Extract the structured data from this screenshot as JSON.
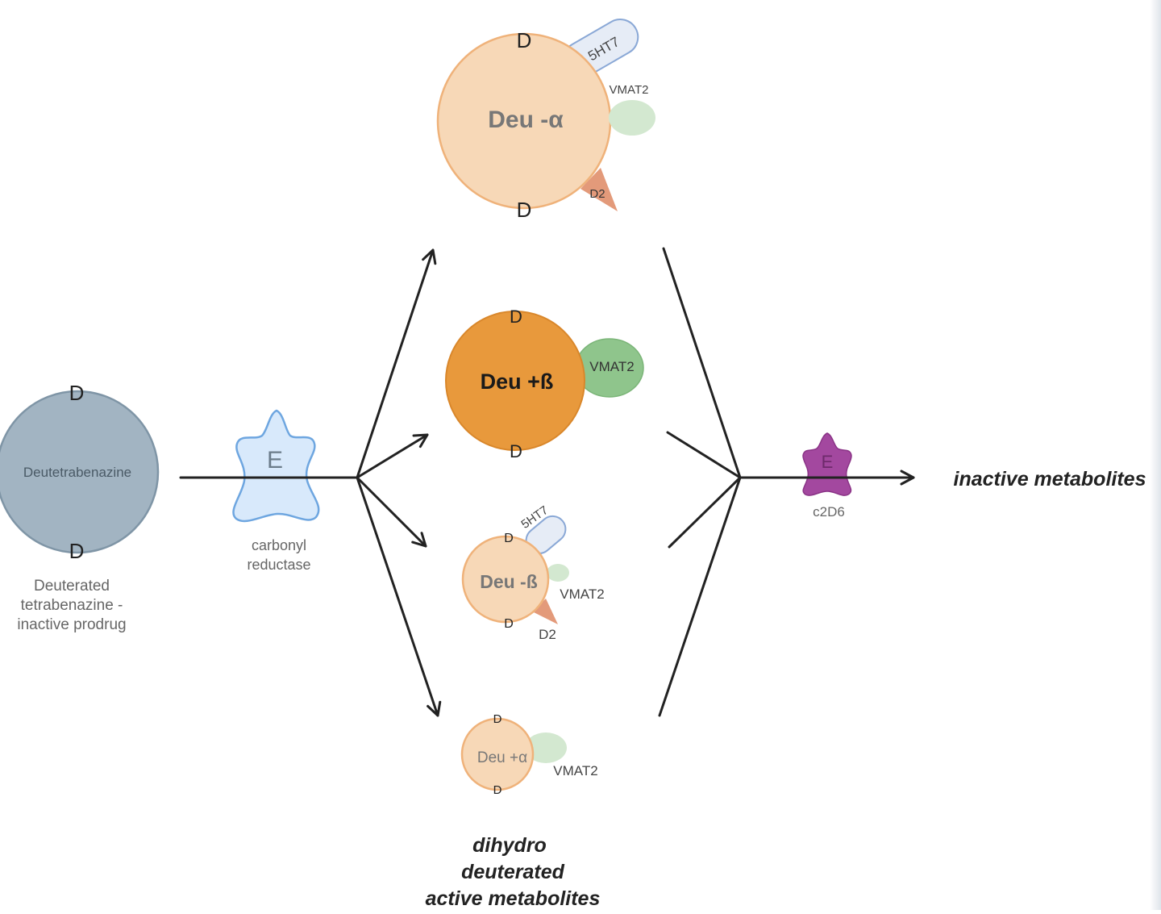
{
  "colors": {
    "prodrug_fill": "#a2b4c2",
    "prodrug_stroke": "#7f95a6",
    "metabolite_fill": "#f7d8b7",
    "metabolite_stroke": "#efb27a",
    "beta_plus_fill": "#e8993c",
    "vmat2_fill": "#d3e8d0",
    "vmat2_strong_fill": "#8fc58c",
    "receptor_5ht7_fill": "#e6ecf6",
    "receptor_5ht7_stroke": "#8aa8d6",
    "d2_fill": "#e39a7a",
    "enzyme_cr_fill": "#d8e9fb",
    "enzyme_cr_stroke": "#6ea6e0",
    "enzyme_c2d6_fill": "#a3489f",
    "line": "#222222"
  },
  "prodrug": {
    "name": "Deutetrabenazine",
    "d_top": "D",
    "d_bottom": "D",
    "caption_line1": "Deuterated",
    "caption_line2": "tetrabenazine -",
    "caption_line3": "inactive prodrug"
  },
  "enzyme_carbonyl": {
    "symbol": "E",
    "caption_line1": "carbonyl",
    "caption_line2": "reductase",
    "icon": "enzyme-icon"
  },
  "metabolites": {
    "alpha_minus": {
      "name": "Deu -α",
      "d_top": "D",
      "d_bottom": "D",
      "receptor_5ht7": "5HT7",
      "vmat2": "VMAT2",
      "d2": "D2"
    },
    "beta_plus": {
      "name": "Deu +ß",
      "d_top": "D",
      "d_bottom": "D",
      "vmat2": "VMAT2"
    },
    "beta_minus": {
      "name": "Deu -ß",
      "d_top": "D",
      "d_bottom": "D",
      "receptor_5ht7": "5HT7",
      "vmat2": "VMAT2",
      "d2": "D2"
    },
    "alpha_plus": {
      "name": "Deu +α",
      "d_top": "D",
      "d_bottom": "D",
      "vmat2": "VMAT2"
    }
  },
  "enzyme_c2d6": {
    "symbol": "E",
    "caption": "c2D6",
    "icon": "enzyme-icon"
  },
  "labels": {
    "inactive": "inactive metabolites",
    "active_line1": "dihydro",
    "active_line2": "deuterated",
    "active_line3": "active metabolites"
  }
}
